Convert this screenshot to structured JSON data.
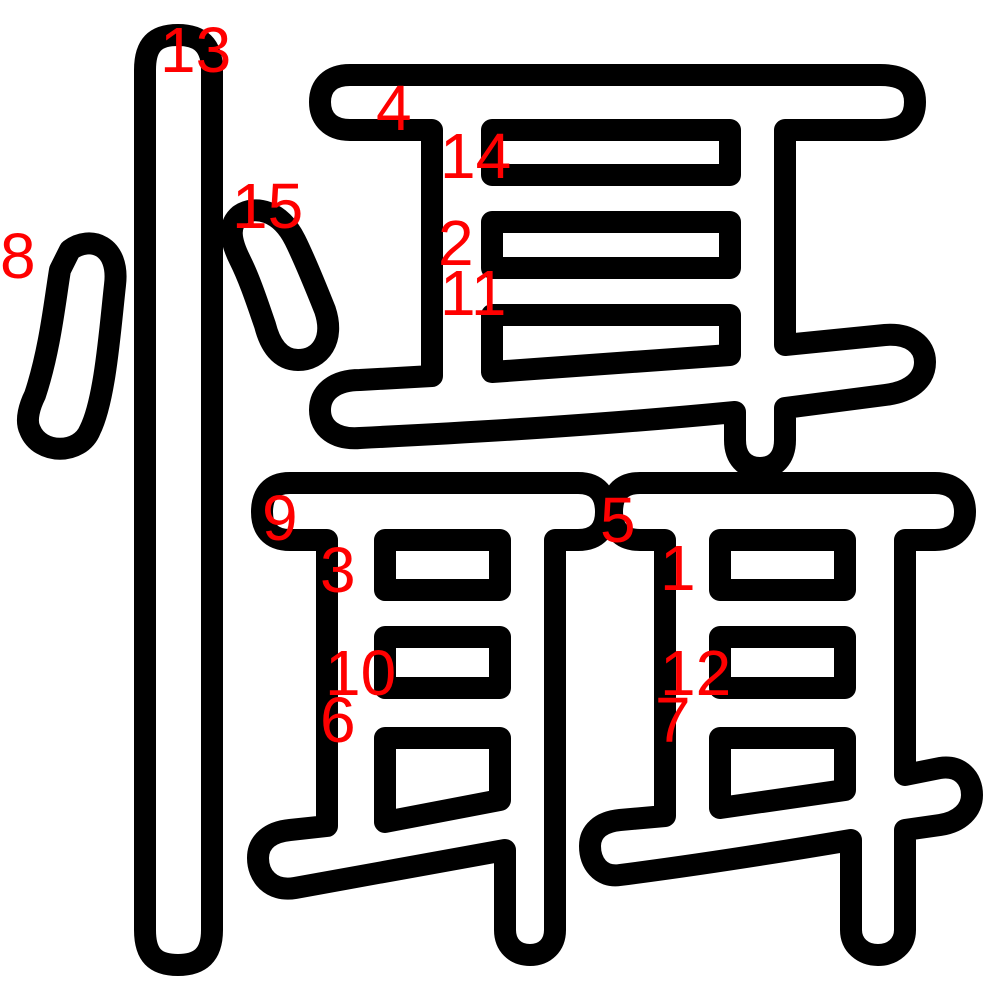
{
  "character": {
    "glyph": "懾",
    "outline_color": "#000000",
    "fill_color": "#ffffff",
    "label_color": "#ff0000"
  },
  "stroke_numbers": {
    "n1": "1",
    "n2": "2",
    "n3": "3",
    "n4": "4",
    "n5": "5",
    "n6": "6",
    "n7": "7",
    "n8": "8",
    "n9": "9",
    "n10": "10",
    "n11": "11",
    "n12": "12",
    "n13": "13",
    "n14": "14",
    "n15": "15"
  }
}
